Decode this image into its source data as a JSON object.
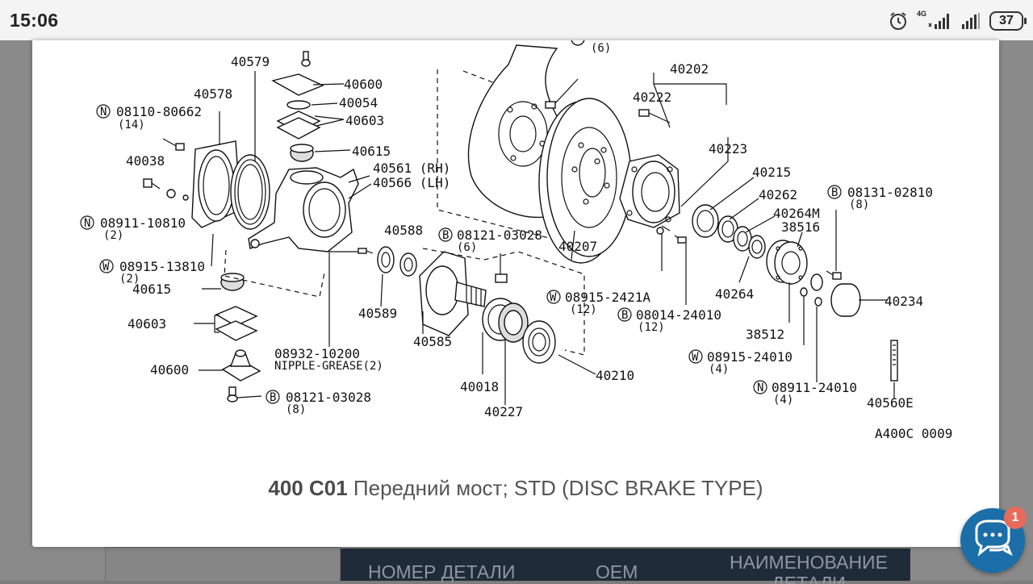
{
  "status_bar": {
    "time": "15:06",
    "network": "4G",
    "battery": "37",
    "icons": [
      "alarm-icon",
      "signal-4g-icon",
      "signal-icon",
      "battery-icon"
    ]
  },
  "diagram": {
    "figure_code": "A400C 0009",
    "labels": {
      "l40579": "40579",
      "l40578": "40578",
      "l40600a": "40600",
      "l40054": "40054",
      "l40603a": "40603",
      "l40615a": "40615",
      "l08110": "08110-80662",
      "l08110q": "(14)",
      "l40038": "40038",
      "l40561": "40561 (RH)",
      "l40566": "40566 (LH)",
      "l08911a": "08911-10810",
      "l08911aq": "(2)",
      "l08915a": "08915-13810",
      "l08915aq": "(2)",
      "l40615b": "40615",
      "l40603b": "40603",
      "l40600b": "40600",
      "l08121b": "08121-03028",
      "l08121bq": "(8)",
      "l08932": "08932-10200",
      "nipple": "NIPPLE-GREASE(2)",
      "l40588": "40588",
      "l40589": "40589",
      "l40585": "40585",
      "l08121a": "08121-03028",
      "l08121aq": "(6)",
      "l40018": "40018",
      "l40227": "40227",
      "l40210": "40210",
      "l40207": "40207",
      "l08915b": "08915-2421A",
      "l08915bq": "(12)",
      "l08014": "08014-24010",
      "l08014q": "(12)",
      "topq": "(6)",
      "l40202": "40202",
      "l40222": "40222",
      "l40223": "40223",
      "l40215": "40215",
      "l40262": "40262",
      "l40264M": "40264M",
      "l08131": "08131-02810",
      "l08131q": "(8)",
      "l38516": "38516",
      "l40264": "40264",
      "l38512": "38512",
      "l40234": "40234",
      "l08915c": "08915-24010",
      "l08915cq": "(4)",
      "l08911b": "08911-24010",
      "l08911bq": "(4)",
      "l40560E": "40560E"
    },
    "markers": {
      "n": "N",
      "w": "W",
      "b": "B"
    }
  },
  "caption": {
    "code": "400 C01",
    "title": "Передний мост; STD (DISC BRAKE TYPE)"
  },
  "background_table": {
    "columns": [
      "НОМЕР ДЕТАЛИ",
      "OEM",
      "НАИМЕНОВАНИЕ ДЕТАЛИ"
    ]
  },
  "chat": {
    "badge_count": "1"
  }
}
